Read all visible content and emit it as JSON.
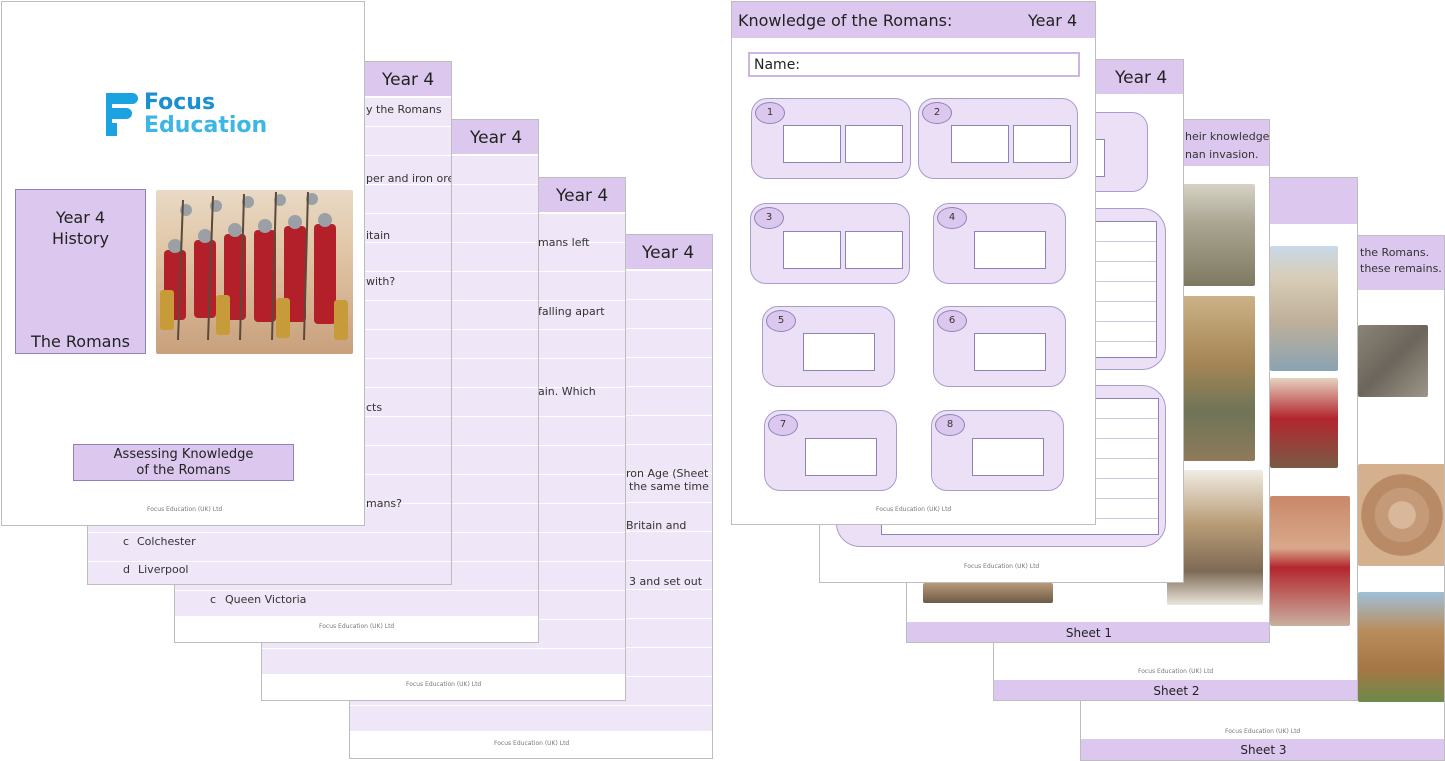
{
  "year_label": "Year 4",
  "footer": "Focus Education (UK) Ltd",
  "cover": {
    "logo_line1": "Focus",
    "logo_line2": "Education",
    "year": "Year 4",
    "subject": "History",
    "topic": "The Romans",
    "banner_line1": "Assessing Knowledge",
    "banner_line2": "of the Romans"
  },
  "quiz1": {
    "frag1": "y the Romans",
    "frag2": "per and iron ore",
    "frag3": "itain",
    "frag4": "with?",
    "frag5": "cts",
    "frag6": "mans?",
    "opt_c": "Colchester",
    "opt_d": "Liverpool"
  },
  "quiz2": {
    "opt_c": "Queen Victoria"
  },
  "quiz3": {
    "frag1": "mans left",
    "frag2": "falling apart",
    "frag3": "ain. Which"
  },
  "quiz4": {
    "frag1": "ron Age (Sheet",
    "frag2": "the same time",
    "frag3": "Britain and",
    "frag4": "3 and set out"
  },
  "worksheet": {
    "title": "Knowledge of the Romans:",
    "year": "Year 4",
    "name_label": "Name:",
    "numbers": [
      "1",
      "2",
      "3",
      "4",
      "5",
      "6",
      "7",
      "8"
    ]
  },
  "sheet1": {
    "frag1": "heir knowledge,",
    "frag2": "nan invasion.",
    "label": "Sheet 1"
  },
  "sheet2": {
    "label": "Sheet 2"
  },
  "sheet3": {
    "frag1": "the Romans.",
    "frag2": "these remains.",
    "label": "Sheet 3"
  }
}
